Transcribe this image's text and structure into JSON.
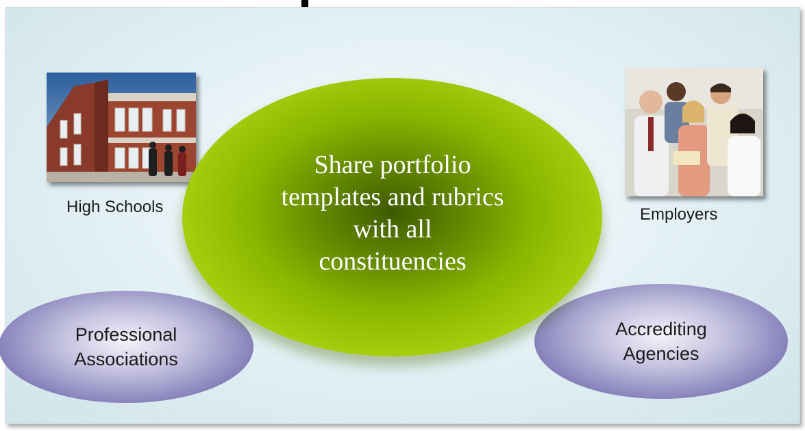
{
  "hub": {
    "lines": [
      "Share portfolio",
      "templates and rubrics",
      "with all",
      "constituencies"
    ]
  },
  "nodes": {
    "high_schools": {
      "label": "High Schools",
      "image": "school-building-photo"
    },
    "employers": {
      "label": "Employers",
      "image": "group-of-employees-photo"
    },
    "professional_associations": {
      "lines": [
        "Professional",
        "Associations"
      ]
    },
    "accrediting_agencies": {
      "lines": [
        "Accrediting",
        "Agencies"
      ]
    }
  },
  "colors": {
    "hub_green": "#a6cf0e",
    "oval_purple": "#8680ba",
    "background": "#e6f2f5"
  }
}
